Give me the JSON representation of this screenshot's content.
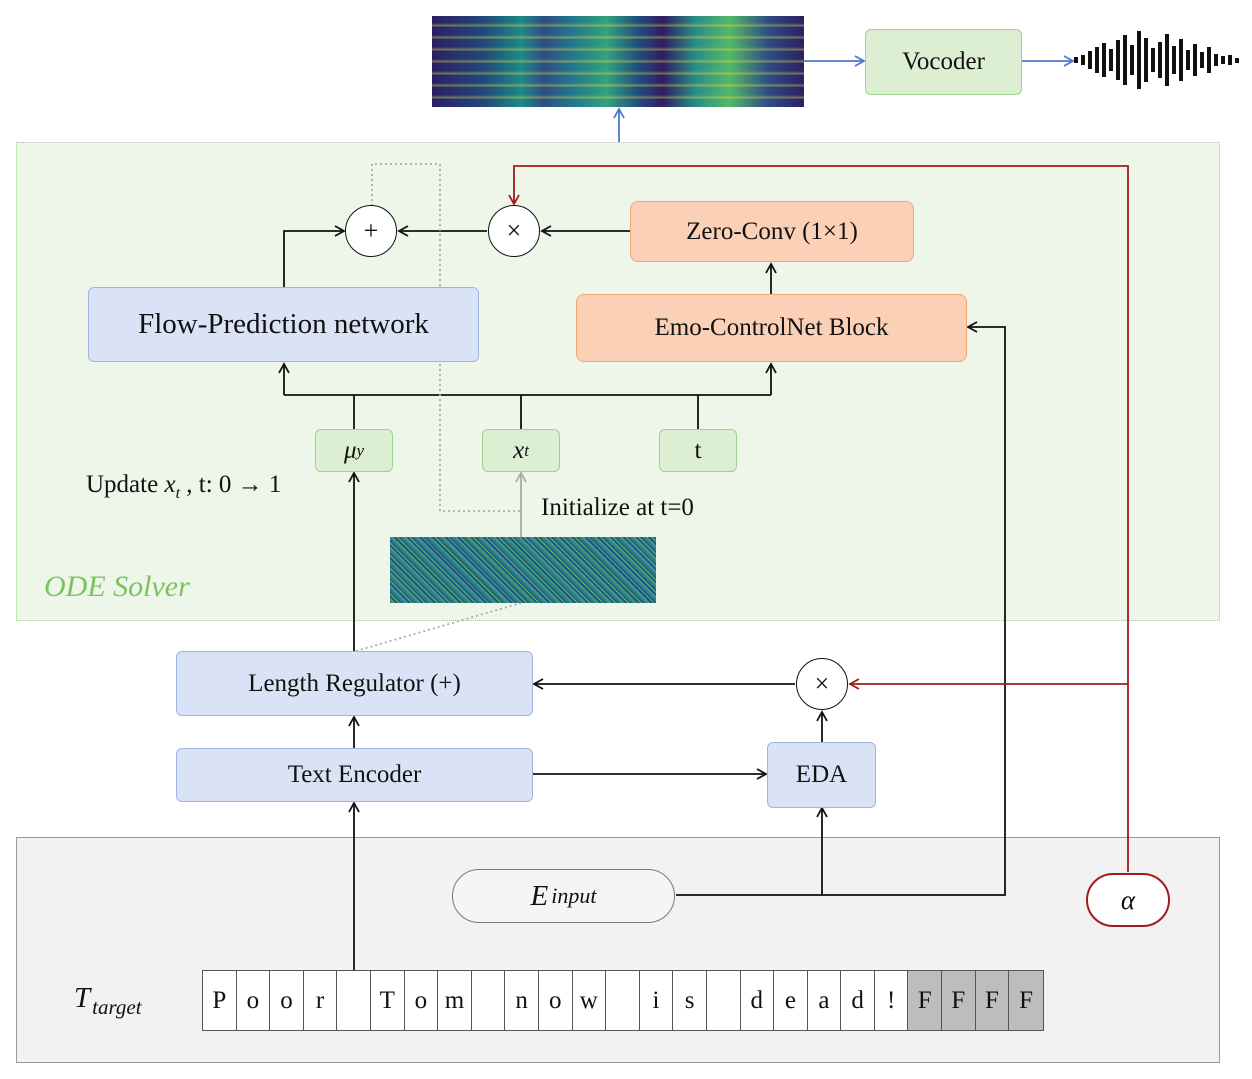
{
  "regions": {
    "ode_solver_label": "ODE Solver"
  },
  "blocks": {
    "vocoder": "Vocoder",
    "zero_conv": "Zero-Conv (1×1)",
    "emo_controlnet": "Emo-ControlNet Block",
    "flow_prediction": "Flow-Prediction network",
    "length_regulator": "Length Regulator (+)",
    "text_encoder": "Text Encoder",
    "eda": "EDA"
  },
  "inputs": {
    "mu_y": "μ",
    "mu_y_sub": "y",
    "x_t": "x",
    "x_t_sub": "t",
    "t": "t"
  },
  "annotations": {
    "update_prefix": "Update ",
    "update_var": "x",
    "update_var_sub": "t",
    "update_suffix": " , t: 0 → 1",
    "initialize": "Initialize at t=0"
  },
  "operators": {
    "plus": "+",
    "times_top": "×",
    "times_bottom": "×"
  },
  "emotion_input": {
    "symbol": "E",
    "subscript": "input"
  },
  "alpha": "α",
  "target_text": {
    "symbol": "T",
    "subscript": "target",
    "tokens": [
      "P",
      "o",
      "o",
      "r",
      "",
      "T",
      "o",
      "m",
      "",
      "n",
      "o",
      "w",
      "",
      "i",
      "s",
      "",
      "d",
      "e",
      "a",
      "d",
      "!",
      "F",
      "F",
      "F",
      "F"
    ],
    "filled_from_index": 21
  },
  "colors": {
    "ode_region": "#eef6e9",
    "green_accent": "#7cc35f",
    "blue_block": "#dae3f5",
    "orange_block": "#fad1b6",
    "alpha_line": "#a01b1b",
    "blue_arrow": "#4a78d0"
  }
}
